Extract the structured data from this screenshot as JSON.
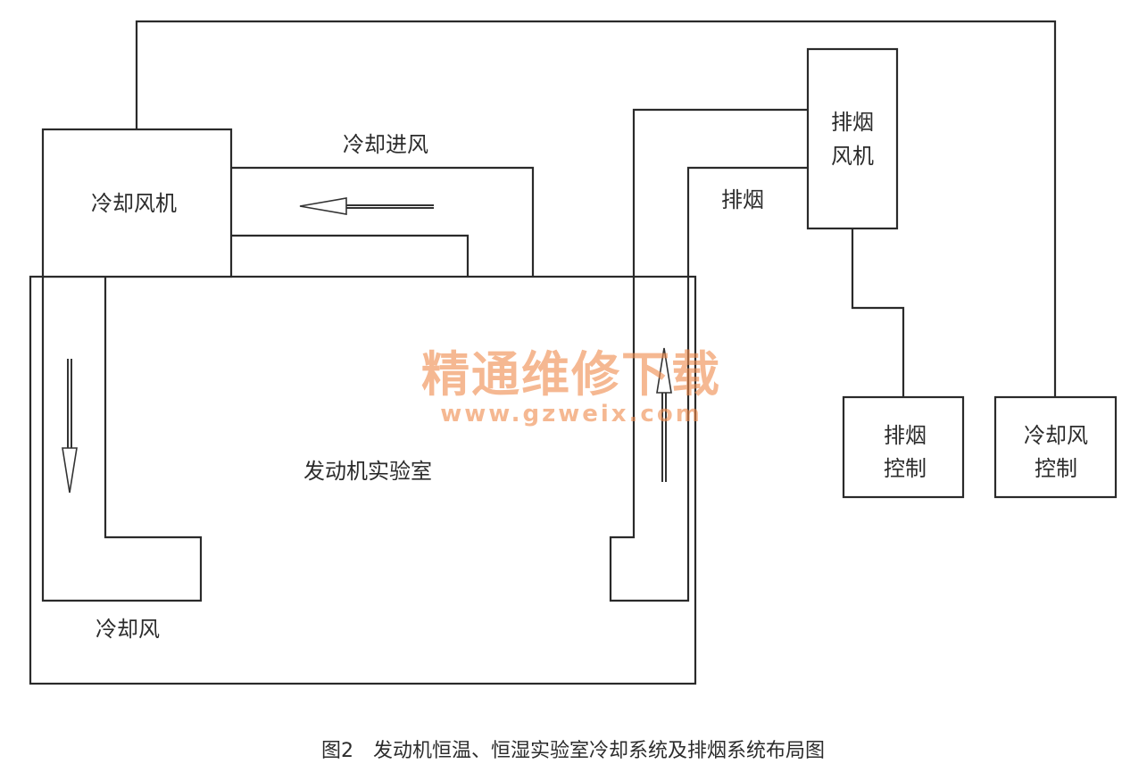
{
  "labels": {
    "cooling_fan": "冷却风机",
    "cooling_inlet": "冷却进风",
    "exhaust_fan_line1": "排烟",
    "exhaust_fan_line2": "风机",
    "exhaust": "排烟",
    "engine_lab": "发动机实验室",
    "cooling_air": "冷却风",
    "exhaust_control_line1": "排烟",
    "exhaust_control_line2": "控制",
    "cooling_control_line1": "冷却风",
    "cooling_control_line2": "控制"
  },
  "caption": "图2　发动机恒温、恒湿实验室冷却系统及排烟系统布局图",
  "watermark": {
    "title": "精通维修下载",
    "url": "www.gzweix.com",
    "color": "#f08a4b"
  },
  "colors": {
    "line": "#2a2a2a",
    "text": "#2c2c2c"
  }
}
